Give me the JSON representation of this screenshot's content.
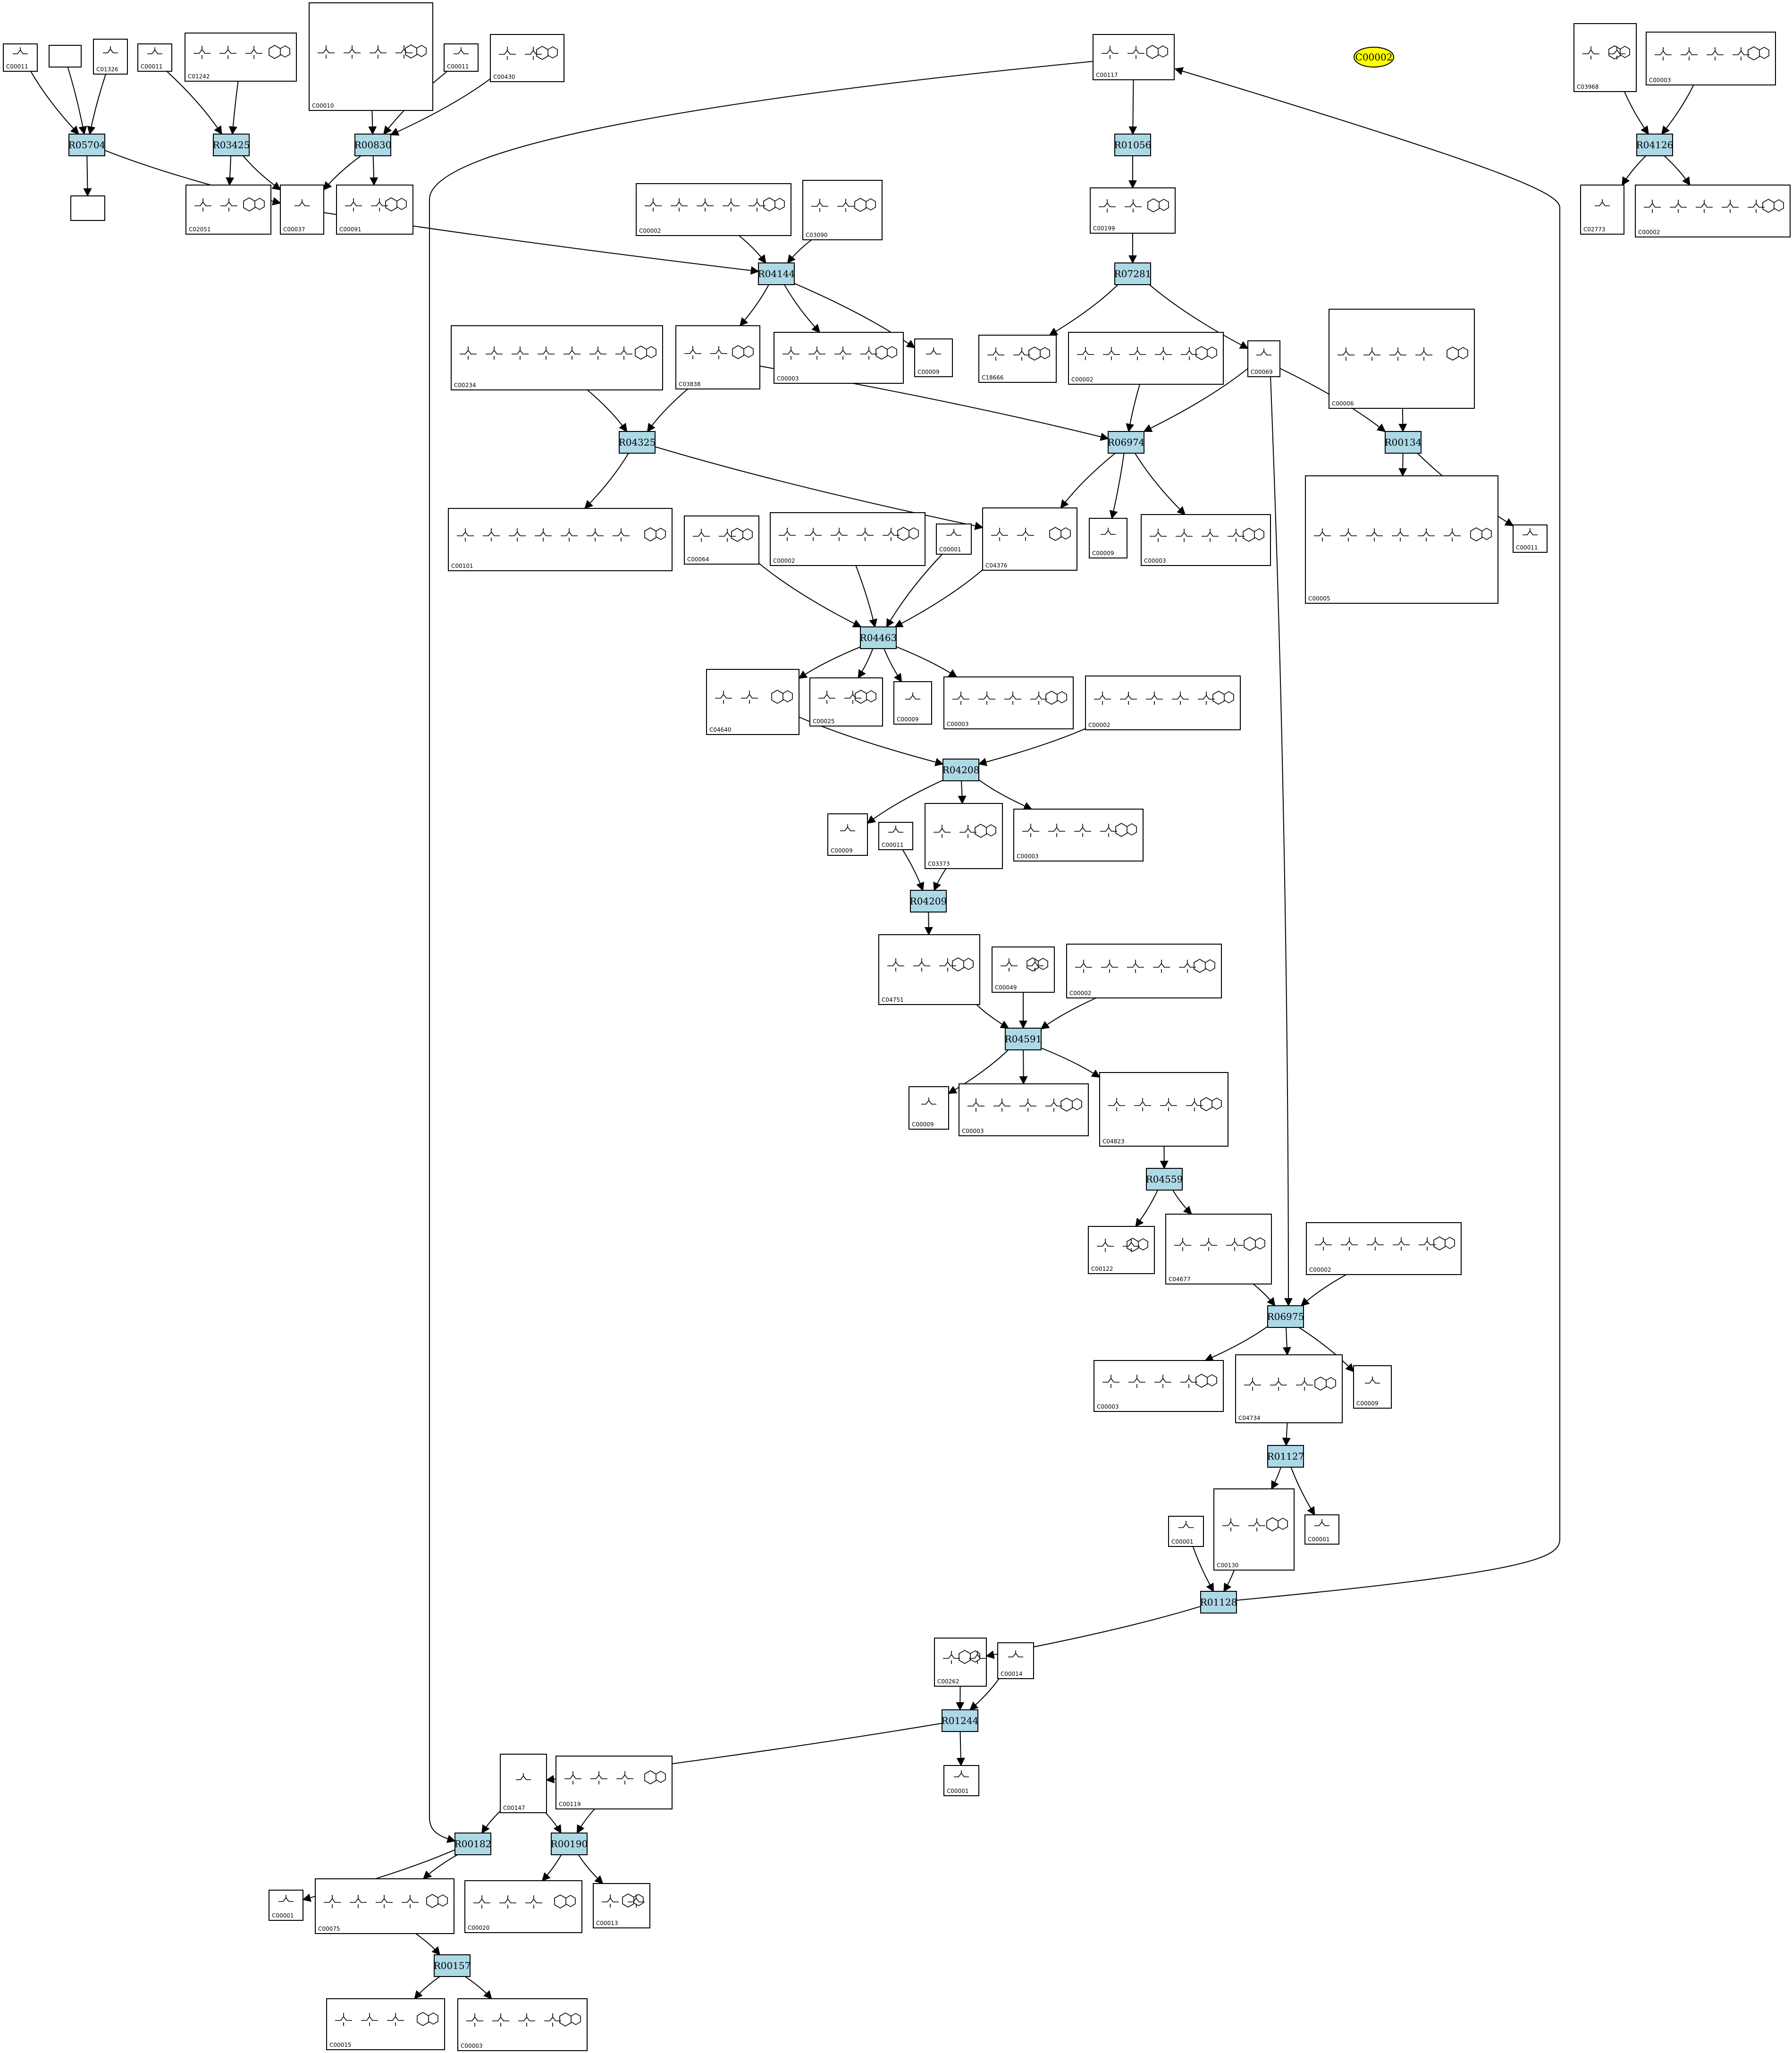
{
  "legend": {
    "highlight": "C00002",
    "color": "#ffff00"
  },
  "colors": {
    "reaction_fill": "#add8e6",
    "edge": "#000000"
  },
  "reactions": [
    {
      "id": "R05704",
      "label": "R05704"
    },
    {
      "id": "R03425",
      "label": "R03425"
    },
    {
      "id": "R00830",
      "label": "R00830"
    },
    {
      "id": "R01056",
      "label": "R01056"
    },
    {
      "id": "R04126",
      "label": "R04126"
    },
    {
      "id": "R04144",
      "label": "R04144"
    },
    {
      "id": "R07281",
      "label": "R07281"
    },
    {
      "id": "R04325",
      "label": "R04325"
    },
    {
      "id": "R06974",
      "label": "R06974"
    },
    {
      "id": "R00134",
      "label": "R00134"
    },
    {
      "id": "R04463",
      "label": "R04463"
    },
    {
      "id": "R04208",
      "label": "R04208"
    },
    {
      "id": "R04209",
      "label": "R04209"
    },
    {
      "id": "R04591",
      "label": "R04591"
    },
    {
      "id": "R04559",
      "label": "R04559"
    },
    {
      "id": "R06975",
      "label": "R06975"
    },
    {
      "id": "R01127",
      "label": "R01127"
    },
    {
      "id": "R01128",
      "label": "R01128"
    },
    {
      "id": "R01244",
      "label": "R01244"
    },
    {
      "id": "R00182",
      "label": "R00182"
    },
    {
      "id": "R00190",
      "label": "R00190"
    },
    {
      "id": "R00157",
      "label": "R00157"
    }
  ],
  "compounds": [
    {
      "id": "c1",
      "label": "C00011"
    },
    {
      "id": "c2",
      "label": ""
    },
    {
      "id": "c3",
      "label": "C01326"
    },
    {
      "id": "c4",
      "label": "C00011"
    },
    {
      "id": "c5",
      "label": "C01242"
    },
    {
      "id": "c6",
      "label": "C00010"
    },
    {
      "id": "c7",
      "label": "C00011"
    },
    {
      "id": "c8",
      "label": "C00430"
    },
    {
      "id": "c9",
      "label": ""
    },
    {
      "id": "c10",
      "label": "C02051"
    },
    {
      "id": "c11",
      "label": "C00037"
    },
    {
      "id": "c12",
      "label": "C00091"
    },
    {
      "id": "c13",
      "label": "C00117"
    },
    {
      "id": "c14",
      "label": "C03968"
    },
    {
      "id": "c15",
      "label": "C00003"
    },
    {
      "id": "c16",
      "label": "C02773"
    },
    {
      "id": "c17",
      "label": "C00002"
    },
    {
      "id": "c18",
      "label": "C00002"
    },
    {
      "id": "c19",
      "label": "C03090"
    },
    {
      "id": "c20",
      "label": "C00199"
    },
    {
      "id": "c21",
      "label": "C00234"
    },
    {
      "id": "c22",
      "label": "C03838"
    },
    {
      "id": "c23",
      "label": "C00003"
    },
    {
      "id": "c24",
      "label": "C00009"
    },
    {
      "id": "c25",
      "label": "C18666"
    },
    {
      "id": "c26",
      "label": "C00002"
    },
    {
      "id": "c27",
      "label": "C00069"
    },
    {
      "id": "c28",
      "label": "C00006"
    },
    {
      "id": "c29",
      "label": "C00101"
    },
    {
      "id": "c30",
      "label": "C00064"
    },
    {
      "id": "c31",
      "label": "C00002"
    },
    {
      "id": "c32",
      "label": "C00001"
    },
    {
      "id": "c33",
      "label": "C04376"
    },
    {
      "id": "c34",
      "label": "C00009"
    },
    {
      "id": "c35",
      "label": "C00003"
    },
    {
      "id": "c36",
      "label": "C00005"
    },
    {
      "id": "c37",
      "label": "C00011"
    },
    {
      "id": "c38",
      "label": "C04640"
    },
    {
      "id": "c39",
      "label": "C00025"
    },
    {
      "id": "c40",
      "label": "C00009"
    },
    {
      "id": "c41",
      "label": "C00003"
    },
    {
      "id": "c42",
      "label": "C00002"
    },
    {
      "id": "c43",
      "label": "C00009"
    },
    {
      "id": "c44",
      "label": "C00011"
    },
    {
      "id": "c45",
      "label": "C03373"
    },
    {
      "id": "c46",
      "label": "C00003"
    },
    {
      "id": "c47",
      "label": "C04751"
    },
    {
      "id": "c48",
      "label": "C00049"
    },
    {
      "id": "c49",
      "label": "C00002"
    },
    {
      "id": "c50",
      "label": "C00009"
    },
    {
      "id": "c51",
      "label": "C00003"
    },
    {
      "id": "c52",
      "label": "C04823"
    },
    {
      "id": "c53",
      "label": "C00122"
    },
    {
      "id": "c54",
      "label": "C04677"
    },
    {
      "id": "c55",
      "label": "C00002"
    },
    {
      "id": "c56",
      "label": "C00003"
    },
    {
      "id": "c57",
      "label": "C04734"
    },
    {
      "id": "c58",
      "label": "C00009"
    },
    {
      "id": "c59",
      "label": "C00001"
    },
    {
      "id": "c60",
      "label": "C00130"
    },
    {
      "id": "c61",
      "label": "C00001"
    },
    {
      "id": "c62",
      "label": "C00262"
    },
    {
      "id": "c63",
      "label": "C00014"
    },
    {
      "id": "c64",
      "label": "C00001"
    },
    {
      "id": "c65",
      "label": "C00147"
    },
    {
      "id": "c66",
      "label": "C00119"
    },
    {
      "id": "c67",
      "label": "C00001"
    },
    {
      "id": "c68",
      "label": "C00075"
    },
    {
      "id": "c69",
      "label": "C00020"
    },
    {
      "id": "c70",
      "label": "C00013"
    },
    {
      "id": "c71",
      "label": "C00015"
    },
    {
      "id": "c72",
      "label": "C00003"
    }
  ],
  "edges": [
    [
      "c1",
      "R05704"
    ],
    [
      "c2",
      "R05704"
    ],
    [
      "c3",
      "R05704"
    ],
    [
      "R05704",
      "c9"
    ],
    [
      "R05704",
      "c11"
    ],
    [
      "c4",
      "R03425"
    ],
    [
      "c5",
      "R03425"
    ],
    [
      "R03425",
      "c10"
    ],
    [
      "R03425",
      "c11"
    ],
    [
      "c6",
      "R00830"
    ],
    [
      "c7",
      "R00830"
    ],
    [
      "c8",
      "R00830"
    ],
    [
      "R00830",
      "c11"
    ],
    [
      "R00830",
      "c12"
    ],
    [
      "c13",
      "R01056"
    ],
    [
      "R01056",
      "c20"
    ],
    [
      "R01128",
      "c13"
    ],
    [
      "c13",
      "R00182"
    ],
    [
      "c14",
      "R04126"
    ],
    [
      "c15",
      "R04126"
    ],
    [
      "R04126",
      "c16"
    ],
    [
      "R04126",
      "c17"
    ],
    [
      "c11",
      "R04144"
    ],
    [
      "c18",
      "R04144"
    ],
    [
      "c19",
      "R04144"
    ],
    [
      "R04144",
      "c22"
    ],
    [
      "R04144",
      "c23"
    ],
    [
      "R04144",
      "c24"
    ],
    [
      "c20",
      "R07281"
    ],
    [
      "R07281",
      "c25"
    ],
    [
      "R07281",
      "c27"
    ],
    [
      "c21",
      "R04325"
    ],
    [
      "c22",
      "R04325"
    ],
    [
      "R04325",
      "c29"
    ],
    [
      "R04325",
      "c33"
    ],
    [
      "c22",
      "R06974"
    ],
    [
      "c26",
      "R06974"
    ],
    [
      "c27",
      "R06974"
    ],
    [
      "R06974",
      "c33"
    ],
    [
      "R06974",
      "c34"
    ],
    [
      "R06974",
      "c35"
    ],
    [
      "c27",
      "R00134"
    ],
    [
      "c28",
      "R00134"
    ],
    [
      "R00134",
      "c36"
    ],
    [
      "R00134",
      "c37"
    ],
    [
      "c27",
      "R06975"
    ],
    [
      "c30",
      "R04463"
    ],
    [
      "c31",
      "R04463"
    ],
    [
      "c32",
      "R04463"
    ],
    [
      "c33",
      "R04463"
    ],
    [
      "R04463",
      "c38"
    ],
    [
      "R04463",
      "c39"
    ],
    [
      "R04463",
      "c40"
    ],
    [
      "R04463",
      "c41"
    ],
    [
      "c38",
      "R04208"
    ],
    [
      "c42",
      "R04208"
    ],
    [
      "R04208",
      "c43"
    ],
    [
      "R04208",
      "c45"
    ],
    [
      "R04208",
      "c46"
    ],
    [
      "c44",
      "R04209"
    ],
    [
      "c45",
      "R04209"
    ],
    [
      "R04209",
      "c47"
    ],
    [
      "c47",
      "R04591"
    ],
    [
      "c48",
      "R04591"
    ],
    [
      "c49",
      "R04591"
    ],
    [
      "R04591",
      "c50"
    ],
    [
      "R04591",
      "c51"
    ],
    [
      "R04591",
      "c52"
    ],
    [
      "c52",
      "R04559"
    ],
    [
      "R04559",
      "c53"
    ],
    [
      "R04559",
      "c54"
    ],
    [
      "c54",
      "R06975"
    ],
    [
      "c55",
      "R06975"
    ],
    [
      "R06975",
      "c56"
    ],
    [
      "R06975",
      "c57"
    ],
    [
      "R06975",
      "c58"
    ],
    [
      "c57",
      "R01127"
    ],
    [
      "R01127",
      "c60"
    ],
    [
      "R01127",
      "c59"
    ],
    [
      "c60",
      "R01128"
    ],
    [
      "c61",
      "R01128"
    ],
    [
      "R01128",
      "c62"
    ],
    [
      "c62",
      "R01244"
    ],
    [
      "c63",
      "R01244"
    ],
    [
      "R01244",
      "c64"
    ],
    [
      "R01244",
      "c65"
    ],
    [
      "c65",
      "R00182"
    ],
    [
      "R00182",
      "c67"
    ],
    [
      "R00182",
      "c68"
    ],
    [
      "c65",
      "R00190"
    ],
    [
      "c66",
      "R00190"
    ],
    [
      "R00190",
      "c69"
    ],
    [
      "R00190",
      "c70"
    ],
    [
      "c68",
      "R00157"
    ],
    [
      "R00157",
      "c71"
    ],
    [
      "R00157",
      "c72"
    ]
  ]
}
